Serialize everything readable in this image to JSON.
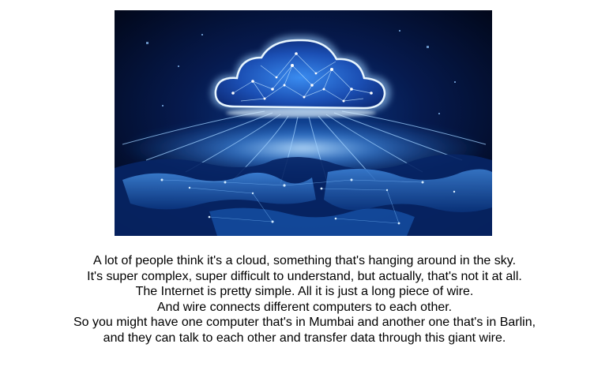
{
  "hero_image": {
    "icon": "cloud-network-icon",
    "colors": {
      "background": "#020a24",
      "glow": "#4fa3ff",
      "highlight": "#dff2ff",
      "land": "#1f6fd6"
    }
  },
  "caption": {
    "lines": [
      "A lot of people think it's a cloud, something that's hanging around in the sky.",
      "It's super complex, super difficult to understand, but actually, that's not it at all.",
      "The Internet is pretty simple. All it is just a long piece of wire.",
      "And wire connects different computers to each other.",
      "So you might have one computer that's in Mumbai and another one that's in Barlin,",
      "and they can talk to each other and transfer data through this giant wire."
    ]
  }
}
